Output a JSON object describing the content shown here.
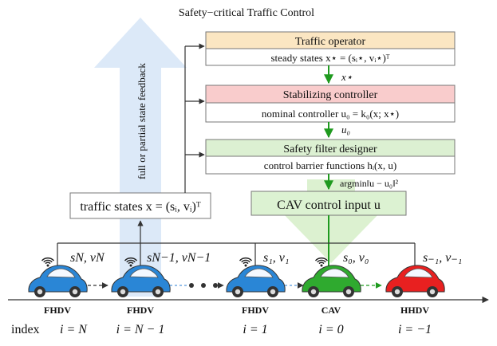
{
  "title": "Safety−critical Traffic Control",
  "feedback_label": "full or partial state feedback",
  "blocks": {
    "operator": {
      "header": "Traffic operator",
      "body": "steady states x⋆ = (sᵢ⋆, vᵢ⋆)ᵀ"
    },
    "controller": {
      "header": "Stabilizing controller",
      "body": "nominal controller u₀ = k₀(x; x⋆)"
    },
    "filter": {
      "header": "Safety filter designer",
      "body": "control barrier functions hᵢ(x, u)"
    },
    "cav_input": "CAV control input u",
    "traffic_states": "traffic states x = (sᵢ, vᵢ)ᵀ"
  },
  "arrow_labels": {
    "x_star": "x⋆",
    "u0": "u₀",
    "argmin": "argmin‖u − u₀‖²"
  },
  "vehicles": [
    {
      "type": "FHDV",
      "state": "s_N, v_N",
      "index": "i = N",
      "color": "#2a86d6"
    },
    {
      "type": "FHDV",
      "state": "s_{N−1}, v_{N−1}",
      "index": "i = N − 1",
      "color": "#2a86d6"
    },
    {
      "type": "FHDV",
      "state": "s₁, v₁",
      "index": "i = 1",
      "color": "#2a86d6"
    },
    {
      "type": "CAV",
      "state": "s₀, v₀",
      "index": "i = 0",
      "color": "#2faa2f"
    },
    {
      "type": "HHDV",
      "state": "s₋₁, v₋₁",
      "index": "i = −1",
      "color": "#e82020"
    }
  ],
  "index_prefix": "index",
  "colors": {
    "operator_header": "#fbe6c2",
    "controller_header": "#f9cccc",
    "filter_header": "#dcf0d2",
    "cav_input_fill": "#dcf2d2",
    "feedback_arrow": "#d9e8f8",
    "control_arrow": "#d9f0cd",
    "green_line": "#1f9a1f"
  }
}
